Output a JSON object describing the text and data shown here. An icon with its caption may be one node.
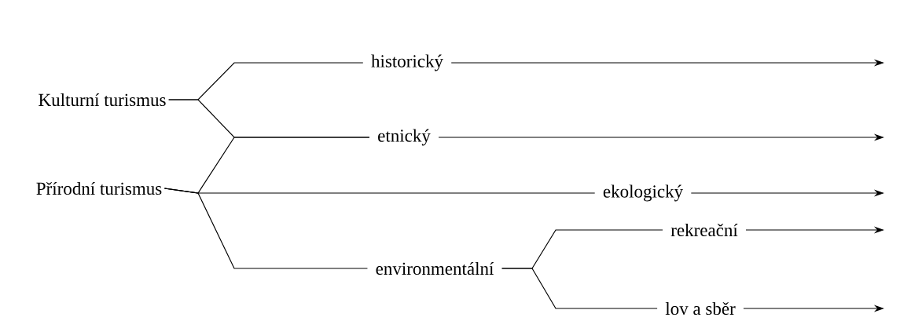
{
  "diagram": {
    "nodes": [
      {
        "text": [
          "Kulturní turismus"
        ]
      },
      {
        "text": [
          "Přírodní turismus"
        ]
      },
      {
        "text": [
          "historický"
        ]
      },
      {
        "text": [
          "etnický"
        ]
      },
      {
        "text": [
          "ekologický"
        ]
      },
      {
        "text": [
          "environmentální"
        ]
      },
      {
        "text": [
          "rekreační"
        ]
      },
      {
        "text": [
          "lov a sběr"
        ]
      }
    ],
    "edges": [
      {
        "from": 0,
        "to": 2,
        "arrow": "none"
      },
      {
        "from": 0,
        "to": 3,
        "arrow": "none"
      },
      {
        "from": 1,
        "to": 3,
        "arrow": "none"
      },
      {
        "from": 1,
        "to": 4,
        "arrow": "none"
      },
      {
        "from": 1,
        "to": 5,
        "arrow": "none"
      },
      {
        "from": 5,
        "to": 6,
        "arrow": "none"
      },
      {
        "from": 5,
        "to": 7,
        "arrow": "none"
      },
      {
        "from": 2,
        "to": null,
        "arrow": "to"
      },
      {
        "from": 3,
        "to": null,
        "arrow": "to"
      },
      {
        "from": 4,
        "to": null,
        "arrow": "to"
      },
      {
        "from": 6,
        "to": null,
        "arrow": "to"
      },
      {
        "from": 7,
        "to": null,
        "arrow": "to"
      }
    ]
  }
}
